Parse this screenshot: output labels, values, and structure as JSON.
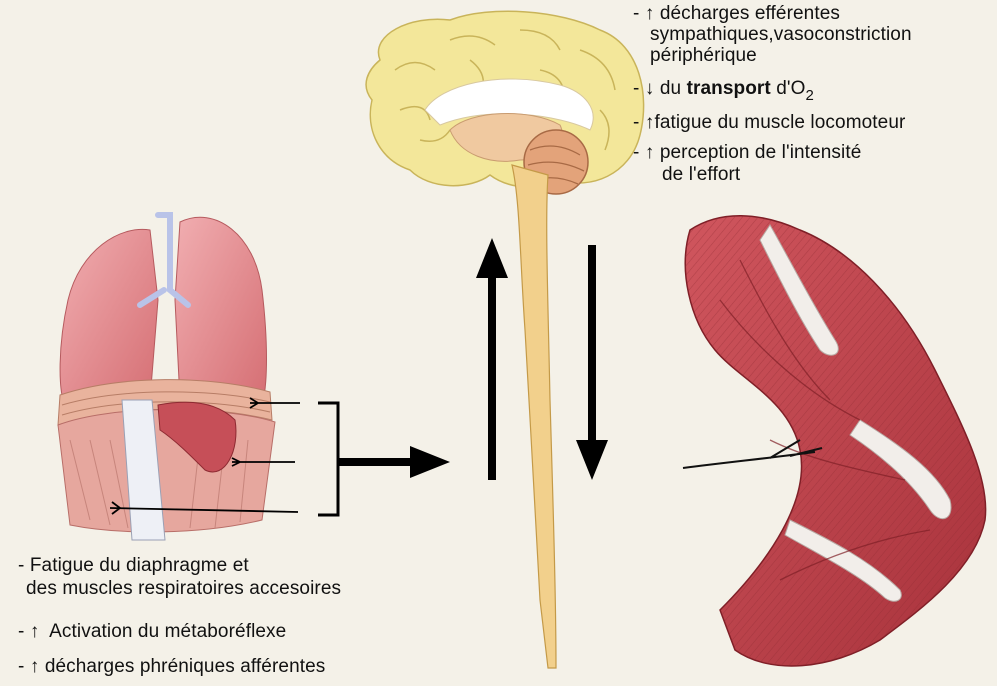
{
  "right_list": {
    "item1": {
      "dash": "-",
      "arrow": "↑",
      "line1": "décharges efférentes",
      "line2": "sympathiques,vasoconstriction",
      "line3": "périphérique"
    },
    "item2": {
      "dash": "-",
      "arrow": "↓",
      "pre": "du",
      "bold": "transport",
      "mid": "d'O",
      "sub": "2"
    },
    "item3": {
      "dash": "-",
      "arrow": "↑",
      "text": "fatigue du muscle locomoteur"
    },
    "item4": {
      "dash": "-",
      "arrow": "↑",
      "line1": "perception de l'intensité",
      "line2": "de l'effort"
    }
  },
  "left_list": {
    "item1": {
      "dash": "-",
      "line1": "Fatigue du diaphragme et",
      "line2": "des muscles respiratoires accesoires"
    },
    "item2": {
      "dash": "-",
      "arrow": "↑",
      "text": "Activation du métaboréflexe"
    },
    "item3": {
      "dash": "-",
      "arrow": "↑",
      "text": "décharges phréniques afférentes"
    }
  },
  "colors": {
    "background": "#f4f1e8",
    "brain_cortex": "#f3e79a",
    "brain_core": "#f0c9a0",
    "spinal_cord": "#f2d08c",
    "lung": "#e28b8e",
    "muscle": "#c0474f",
    "tendon": "#f2eeea",
    "arrow": "#000000"
  }
}
